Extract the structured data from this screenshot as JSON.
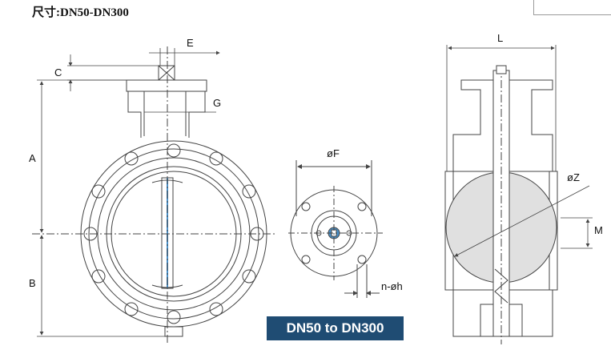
{
  "title": "尺寸:DN50-DN300",
  "badge": "DN50 to DN300",
  "colors": {
    "badge_bg": "#1f4c73",
    "line": "#444444",
    "disc": "#e0e0e0",
    "stem_highlight": "#4a90c8"
  },
  "labels": {
    "E": "E",
    "C": "C",
    "G": "G",
    "A": "A",
    "B": "B",
    "F": "øF",
    "nh": "n-øh",
    "L": "L",
    "Z": "øZ",
    "M": "M"
  }
}
